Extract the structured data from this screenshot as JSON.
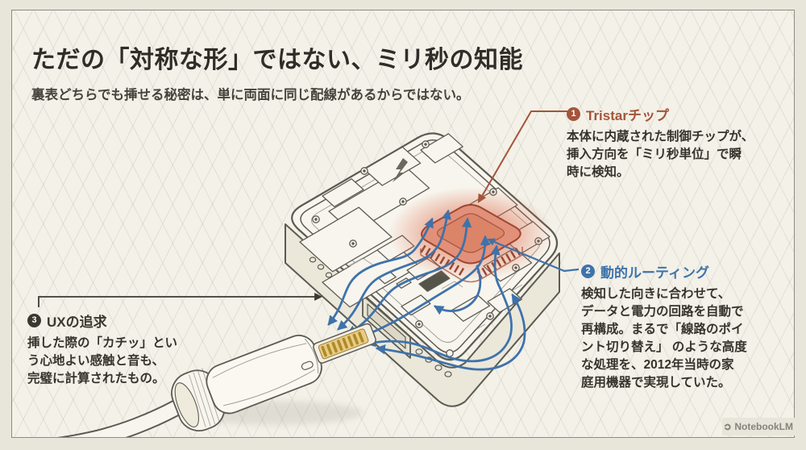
{
  "header": {
    "title": "ただの「対称な形」ではない、ミリ秒の知能",
    "subtitle": "裏表どちらでも挿せる秘密は、単に両面に同じ配線があるからではない。"
  },
  "annotations": [
    {
      "number": "1",
      "label": "Tristarチップ",
      "body": "本体に内蔵された制御チップが、\n挿入方向を「ミリ秒単位」で瞬\n時に検知。",
      "accent": "#a4543a"
    },
    {
      "number": "2",
      "label": "動的ルーティング",
      "body": "検知した向きに合わせて、\nデータと電力の回路を自動で\n再構成。まるで「線路のポイ\nント切り替え」 のような高度\nな処理を、2012年当時の家\n庭用機器で実現していた。",
      "accent": "#3f73ab"
    },
    {
      "number": "3",
      "label": "UXの追求",
      "body": "挿した際の「カチッ」とい\nう心地よい感触と音も、\n完璧に計算されたもの。",
      "accent": "#3b392f"
    }
  ],
  "watermark": {
    "label": "NotebookLM"
  },
  "icons": {
    "watermark_logo": "notebooklm-swirl-icon",
    "board_glyph": "lightning-bolt-icon"
  },
  "colors": {
    "outer_background": "#e8e5db",
    "card_background": "#f3f1e8",
    "card_border": "#8f8d83",
    "line_art": "#5c5b52",
    "flow_blue": "#3f72ab",
    "accent_red": "#a4543a",
    "chip_fill": "#e2907a",
    "chip_glow": "#df7254",
    "gold_pins": "#c9a13b",
    "title_text": "#2e2d28",
    "body_text": "#35342c"
  }
}
